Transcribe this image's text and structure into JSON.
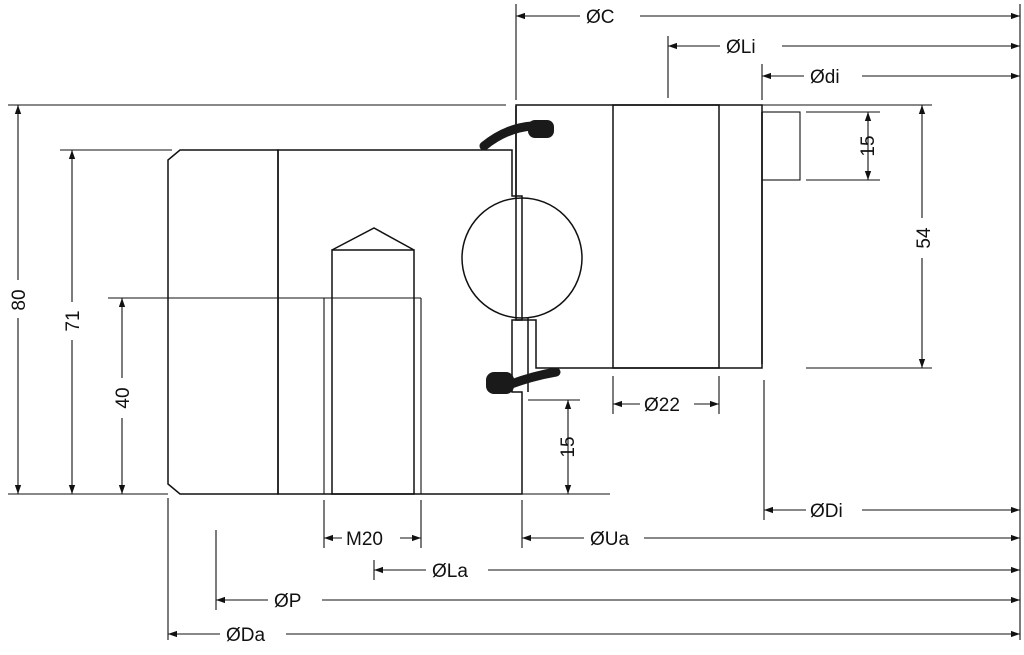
{
  "colors": {
    "ring_fill": "#a8c4e4",
    "line": "#111111",
    "seal": "#1a1a1a",
    "background": "#ffffff"
  },
  "dimensions": {
    "C": "ØC",
    "Li": "ØLi",
    "di": "Ødi",
    "Di": "ØDi",
    "Ua": "ØUa",
    "La": "ØLa",
    "P": "ØP",
    "Da": "ØDa",
    "bore": "Ø22",
    "thread": "M20",
    "height_total": "80",
    "height_outer": "71",
    "height_thread": "40",
    "height_inner": "54",
    "offset_top": "15",
    "offset_bottom": "15"
  }
}
